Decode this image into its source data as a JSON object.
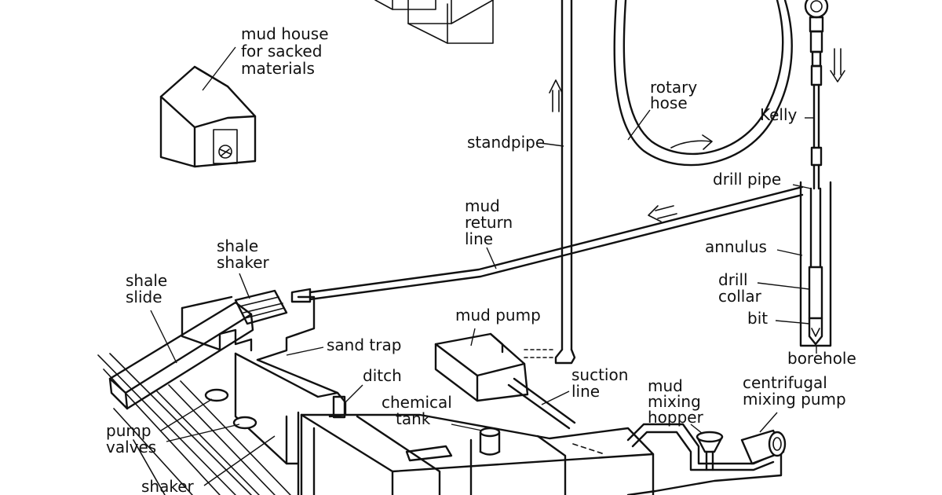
{
  "labels": {
    "mud_house_1": "mud house",
    "mud_house_2": "for sacked",
    "mud_house_3": "materials",
    "rotary_hose_1": "rotary",
    "rotary_hose_2": "hose",
    "kelly": "Kelly",
    "standpipe": "standpipe",
    "drill_pipe": "drill pipe",
    "mud_return_1": "mud",
    "mud_return_2": "return",
    "mud_return_3": "line",
    "annulus": "annulus",
    "drill_collar_1": "drill",
    "drill_collar_2": "collar",
    "bit": "bit",
    "borehole": "borehole",
    "shale_shaker_1": "shale",
    "shale_shaker_2": "shaker",
    "shale_slide_1": "shale",
    "shale_slide_2": "slide",
    "mud_pump": "mud pump",
    "sand_trap": "sand trap",
    "ditch": "ditch",
    "suction_line_1": "suction",
    "suction_line_2": "line",
    "mud_mixing_hopper_1": "mud",
    "mud_mixing_hopper_2": "mixing",
    "mud_mixing_hopper_3": "hopper",
    "centrifugal_pump_1": "centrifugal",
    "centrifugal_pump_2": "mixing pump",
    "chemical_tank_1": "chemical",
    "chemical_tank_2": "tank",
    "pump_valves_1": "pump",
    "pump_valves_2": "valves",
    "shaker": "shaker"
  }
}
